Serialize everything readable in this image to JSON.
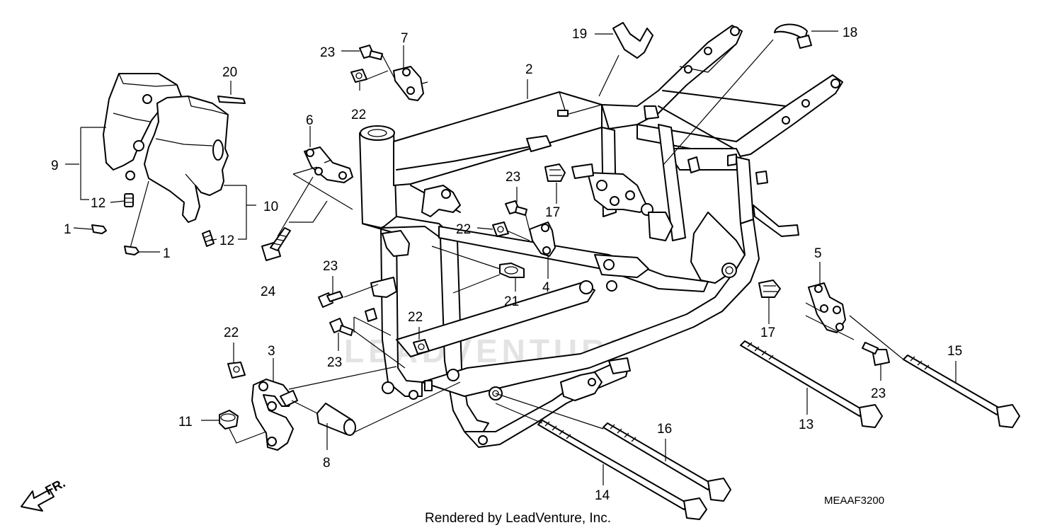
{
  "watermark": "LEADVENTURE",
  "footer_text": "Rendered by LeadVenture, Inc.",
  "diagram_code": "MEAAF3200",
  "direction_label": "FR.",
  "callouts": {
    "c1a": "1",
    "c1b": "1",
    "c2": "2",
    "c3": "3",
    "c4": "4",
    "c5": "5",
    "c6": "6",
    "c7": "7",
    "c8": "8",
    "c9": "9",
    "c10": "10",
    "c11": "11",
    "c12a": "12",
    "c12b": "12",
    "c13": "13",
    "c14": "14",
    "c15": "15",
    "c16": "16",
    "c17a": "17",
    "c17b": "17",
    "c18": "18",
    "c19": "19",
    "c20": "20",
    "c21": "21",
    "c22a": "22",
    "c22b": "22",
    "c22c": "22",
    "c22d": "22",
    "c23a": "23",
    "c23b": "23",
    "c23c": "23",
    "c23d": "23",
    "c23e": "23",
    "c24": "24"
  }
}
